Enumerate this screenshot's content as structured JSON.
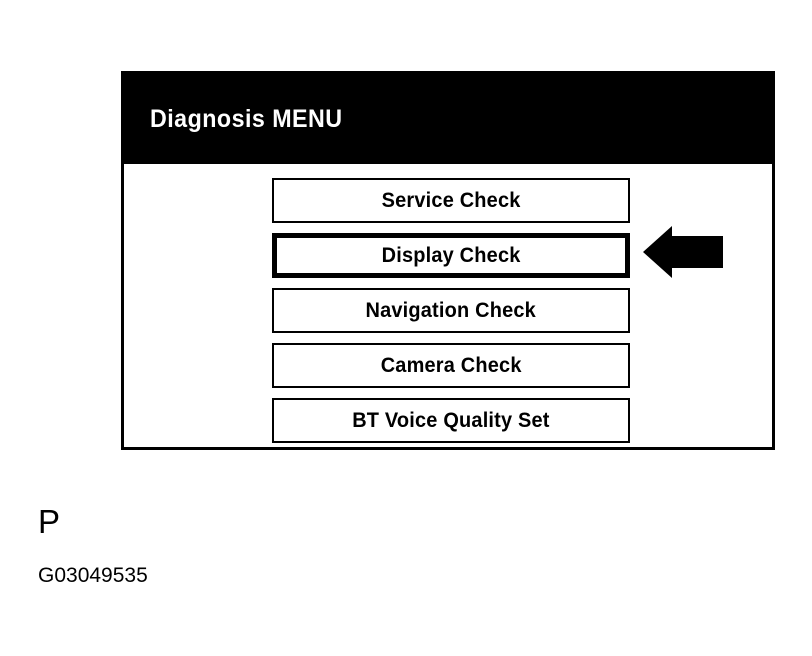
{
  "screen": {
    "header": {
      "title": "Diagnosis MENU",
      "background_color": "#000000",
      "text_color": "#ffffff"
    },
    "menu_items": [
      {
        "label": "Service Check",
        "selected": false
      },
      {
        "label": "Display Check",
        "selected": true
      },
      {
        "label": "Navigation Check",
        "selected": false
      },
      {
        "label": "Camera Check",
        "selected": false
      },
      {
        "label": "BT Voice Quality Set",
        "selected": false
      }
    ],
    "pointer": {
      "icon": "arrow-left-icon",
      "points_to": "Display Check",
      "color": "#000000"
    },
    "border_color": "#000000",
    "background_color": "#ffffff"
  },
  "caption": {
    "letter": "P",
    "code": "G03049535"
  }
}
